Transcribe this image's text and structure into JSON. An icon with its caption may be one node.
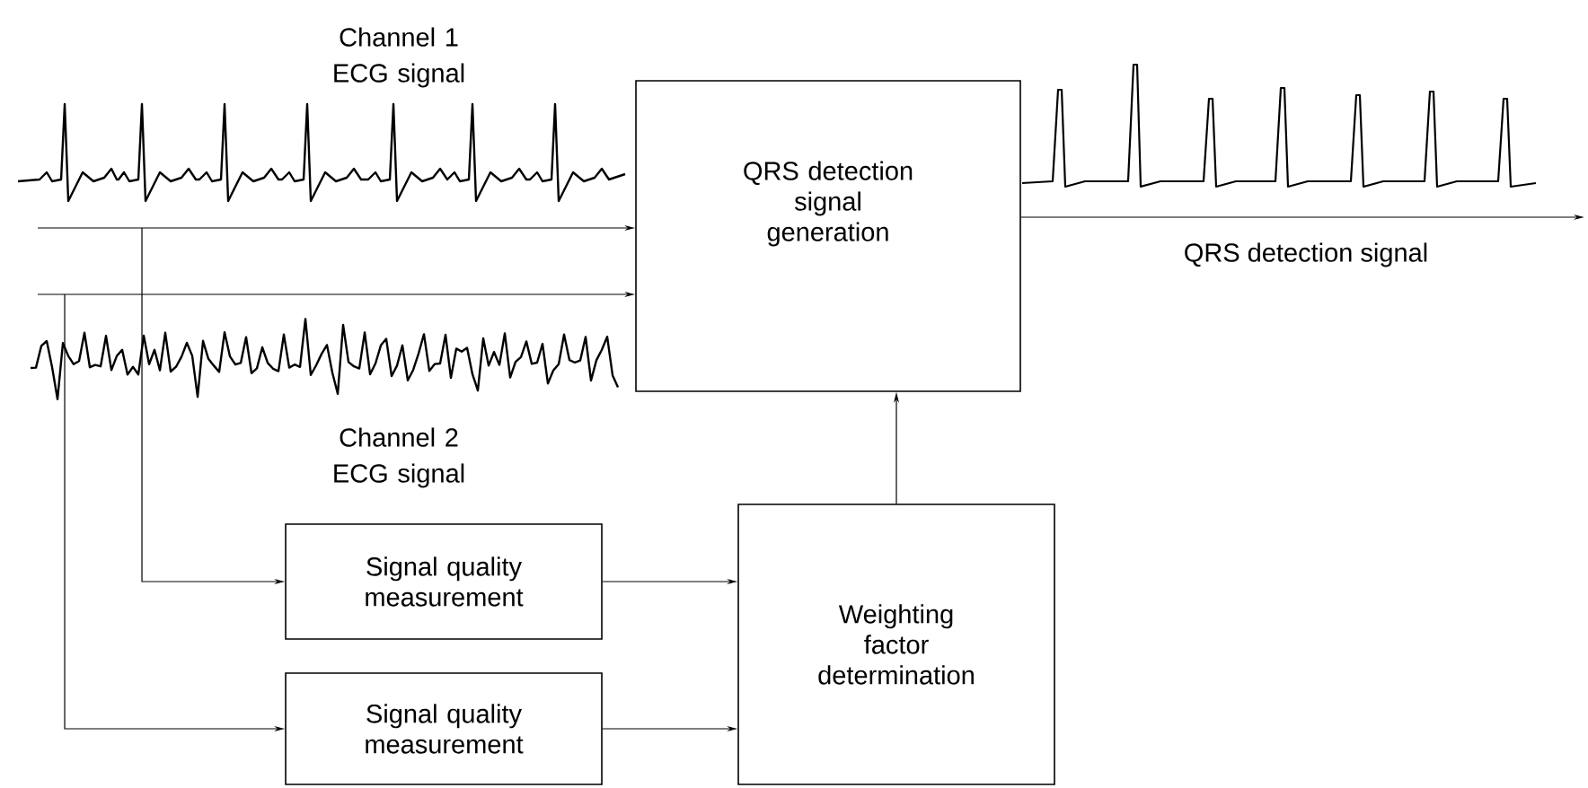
{
  "diagram": {
    "nodes": [
      {
        "text": [
          "QRS detection signal generation"
        ]
      },
      {
        "text": [
          "Signal quality measurement"
        ]
      },
      {
        "text": [
          "Signal quality measurement"
        ]
      },
      {
        "text": [
          "Weighting factor determination"
        ]
      }
    ],
    "edges": [
      {
        "from": null,
        "to": 0,
        "arrow": "to"
      },
      {
        "from": null,
        "to": 0,
        "arrow": "to"
      },
      {
        "from": null,
        "to": 1,
        "arrow": "to"
      },
      {
        "from": null,
        "to": 2,
        "arrow": "to"
      },
      {
        "from": 1,
        "to": 3,
        "arrow": "to"
      },
      {
        "from": 2,
        "to": 3,
        "arrow": "to"
      },
      {
        "from": 3,
        "to": 0,
        "arrow": "to"
      },
      {
        "from": 0,
        "to": null,
        "arrow": "to",
        "label": "QRS detection signal"
      }
    ],
    "labels": [
      "Channel 1 ECG signal",
      "Channel 2 ECG signal"
    ]
  }
}
